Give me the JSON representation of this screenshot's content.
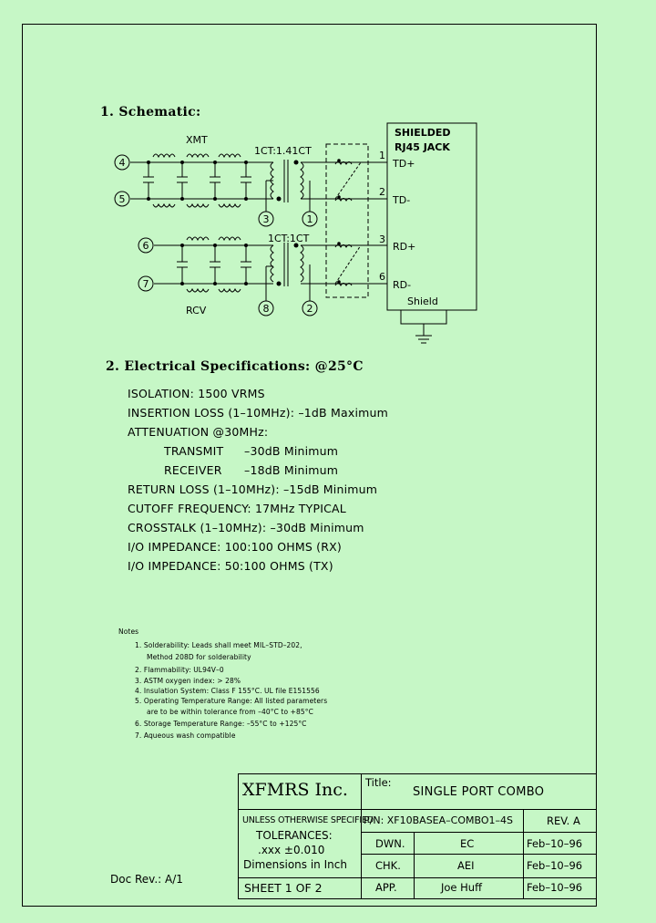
{
  "schematic": {
    "heading": "1. Schematic:",
    "jack_title_line1": "SHIELDED",
    "jack_title_line2": "RJ45  JACK",
    "pins": [
      {
        "num": "1",
        "label": "TD+"
      },
      {
        "num": "2",
        "label": "TD-"
      },
      {
        "num": "3",
        "label": "RD+"
      },
      {
        "num": "6",
        "label": "RD-"
      }
    ],
    "shield_label": "Shield",
    "xmt_label": "XMT",
    "rcv_label": "RCV",
    "ratio_tx": "1CT:1.41CT",
    "ratio_rx": "1CT:1CT",
    "nodes": [
      "4",
      "5",
      "6",
      "7",
      "3",
      "1",
      "8",
      "2"
    ]
  },
  "electrical": {
    "heading": "2. Electrical   Specifications: @25°C",
    "lines": [
      "ISOLATION:  1500 VRMS",
      "INSERTION LOSS (1–10MHz): –1dB Maximum",
      "ATTENUATION @30MHz:",
      "RETURN LOSS (1–10MHz): –15dB Minimum",
      "CUTOFF FREQUENCY: 17MHz TYPICAL",
      "CROSSTALK (1–10MHz): –30dB Minimum",
      "I/O IMPEDANCE:  100:100 OHMS (RX)",
      "I/O IMPEDANCE:  50:100 OHMS (TX)"
    ],
    "transmit_label": "TRANSMIT",
    "transmit_value": "–30dB Minimum",
    "receiver_label": "RECEIVER",
    "receiver_value": "–18dB Minimum"
  },
  "notes": {
    "heading": "Notes",
    "items": [
      "1. Solderability: Leads shall meet MIL–STD–202,",
      "Method 208D for solderability",
      "2. Flammability: UL94V–0",
      "3. ASTM oxygen index: > 28%",
      "4. Insulation System: Class F 155°C. UL file E151556",
      "5. Operating Temperature Range: All listed parameters",
      "are to be within tolerance from –40°C to +85°C",
      "6. Storage Temperature Range: –55°C to +125°C",
      "7. Aqueous wash compatible"
    ]
  },
  "doc_rev": "Doc Rev.: A/1",
  "title_block": {
    "company": "XFMRS Inc.",
    "title_label": "Title:",
    "title": "SINGLE PORT COMBO",
    "unless": "UNLESS OTHERWISE SPECIFIED",
    "tolerances": "TOLERANCES:",
    "tol_value": ".xxx ±0.010",
    "dimensions": "Dimensions in Inch",
    "sheet": "SHEET  1  OF  2",
    "pn": "P/N: XF10BASEA–COMBO1–4S",
    "rev": "REV. A",
    "dwn_label": "DWN.",
    "dwn_name": "EC",
    "dwn_date": "Feb–10–96",
    "chk_label": "CHK.",
    "chk_name": "AEI",
    "chk_date": "Feb–10–96",
    "app_label": "APP.",
    "app_name": "Joe Huff",
    "app_date": "Feb–10–96"
  }
}
